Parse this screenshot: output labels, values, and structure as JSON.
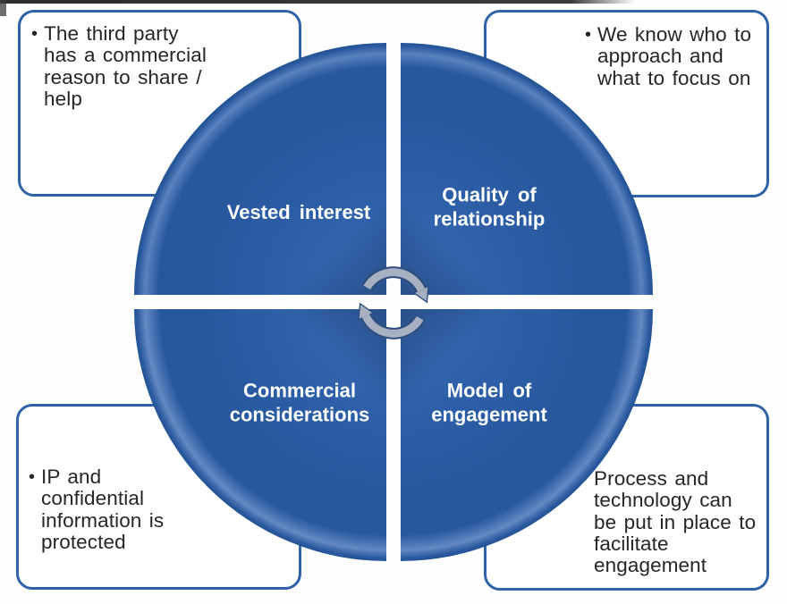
{
  "diagram": {
    "type": "four-quadrant-cycle",
    "quadrant_labels": {
      "top_left": "Vested interest",
      "top_right": "Quality of\nrelationship",
      "bottom_left": "Commercial\nconsiderations",
      "bottom_right": "Model of\nengagement"
    },
    "center_icon": "cycle-arrows",
    "colors": {
      "circle_blue": "#27589e",
      "circle_rim_dark": "#163f6e",
      "box_border_blue": "#2f62a8",
      "label_text": "#ffffff",
      "body_text": "#262626",
      "icon_gray": "#a8b1c2",
      "icon_outline": "#2f4e7e"
    }
  },
  "callouts": {
    "top_left": {
      "bullet": "•",
      "text": "The third party\nhas a commercial\nreason to share /\nhelp"
    },
    "top_right": {
      "bullet": "•",
      "text": "We know who to\napproach and\nwhat to focus on"
    },
    "bottom_left": {
      "bullet": "•",
      "text": "IP and\nconfidential\ninformation is\nprotected"
    },
    "bottom_right": {
      "bullet": "•",
      "text": "Process and\ntechnology can\nbe put in place to\nfacilitate\nengagement"
    }
  }
}
